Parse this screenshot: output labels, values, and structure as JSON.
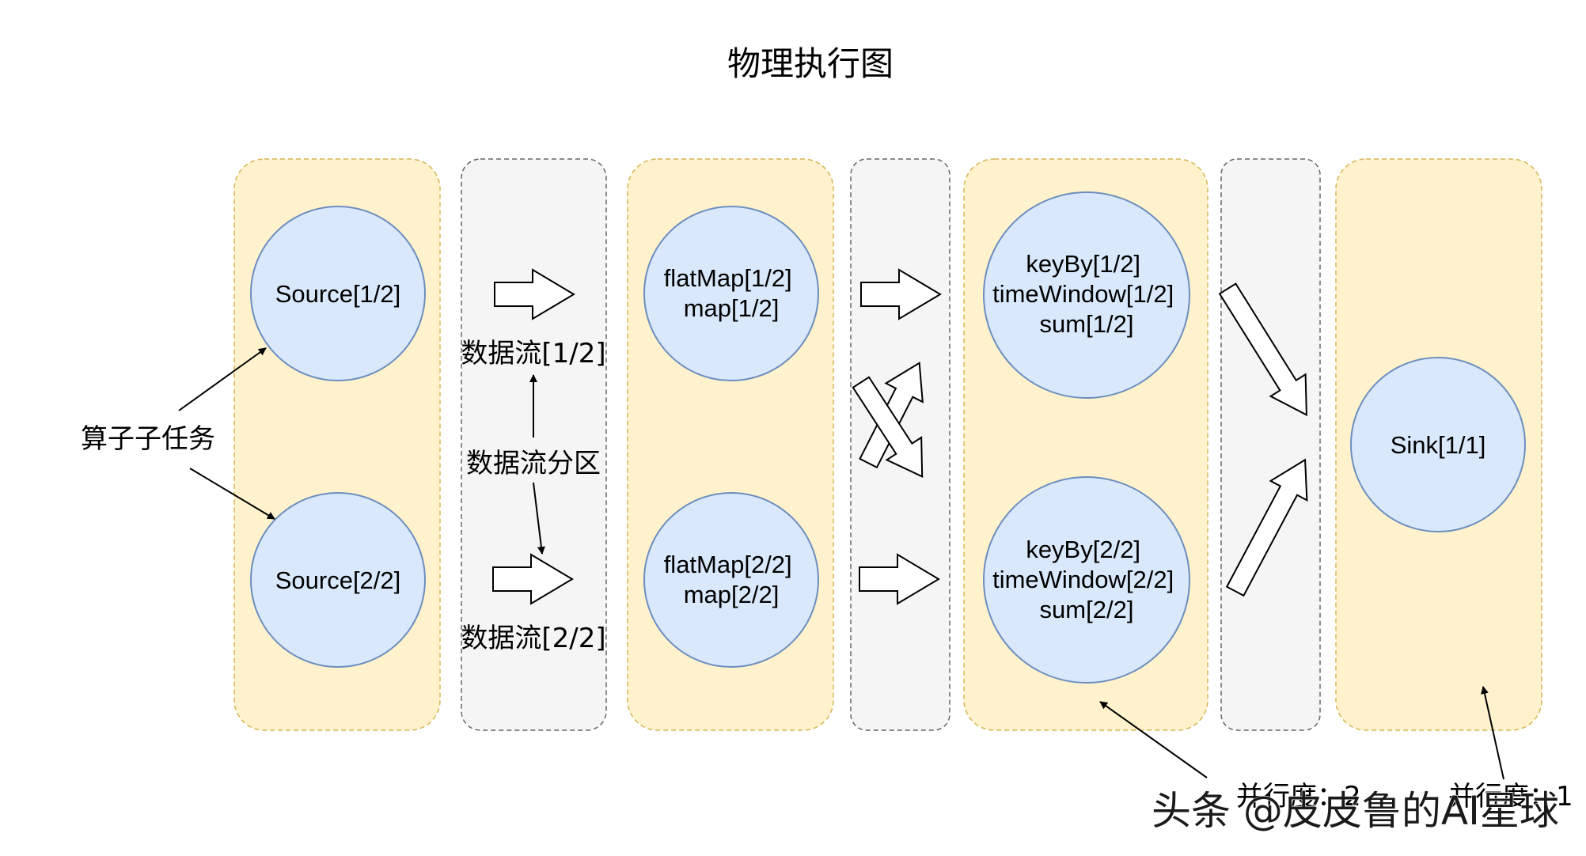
{
  "title": "物理执行图",
  "nodes": {
    "source_1": [
      "Source[1/2]"
    ],
    "source_2": [
      "Source[2/2]"
    ],
    "flatmap_1": [
      "flatMap[1/2]",
      "map[1/2]"
    ],
    "flatmap_2": [
      "flatMap[2/2]",
      "map[2/2]"
    ],
    "keyby_1": [
      "keyBy[1/2]",
      "timeWindow[1/2]",
      "sum[1/2]"
    ],
    "keyby_2": [
      "keyBy[2/2]",
      "timeWindow[2/2]",
      "sum[2/2]"
    ],
    "sink": [
      "Sink[1/1]"
    ]
  },
  "labels": {
    "subtask": "算子子任务",
    "stream_1": "数据流[1/2]",
    "partition": "数据流分区",
    "stream_2": "数据流[2/2]",
    "parallelism_2": "并行度：2",
    "parallelism_1": "并行度：1"
  },
  "watermark": "头条 @皮皮鲁的AI星球",
  "colors": {
    "operator_lane_fill": "#fff2cc",
    "operator_lane_border": "#d6b656",
    "stream_lane_fill": "#f5f5f5",
    "stream_lane_border": "#666666",
    "node_fill": "#dae8fc",
    "node_border": "#6c8ebf"
  }
}
